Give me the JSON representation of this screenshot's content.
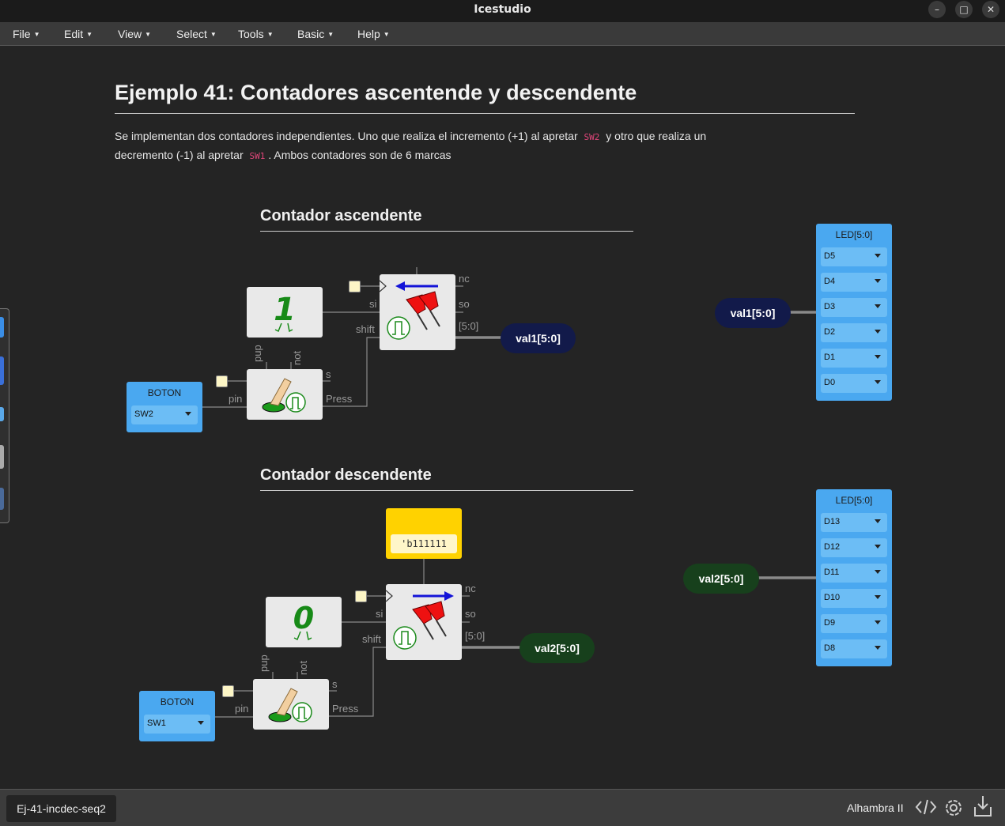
{
  "window": {
    "title": "Icestudio",
    "controls": [
      "minimize",
      "maximize",
      "close"
    ]
  },
  "menu": [
    {
      "label": "File"
    },
    {
      "label": "Edit"
    },
    {
      "label": "View"
    },
    {
      "label": "Select"
    },
    {
      "label": "Tools"
    },
    {
      "label": "Basic"
    },
    {
      "label": "Help"
    }
  ],
  "doc": {
    "title": "Ejemplo 41: Contadores ascentende y descendente",
    "desc_1": "Se implementan dos contadores independientes. Uno que realiza el incremento (+1) al apretar",
    "code_sw2": "SW2",
    "desc_2": "y otro que realiza un",
    "desc_3": "decremento (-1) al apretar",
    "code_sw1": "SW1",
    "desc_4": ". Ambos contadores son de 6 marcas"
  },
  "up": {
    "heading": "Contador ascendente",
    "const_digit": "1",
    "boton": {
      "name": "BOTON",
      "value": "SW2"
    },
    "ports": {
      "pin": "pin",
      "pup": "pup",
      "not": "not",
      "s": "s",
      "press": "Press",
      "si": "si",
      "shift": "shift",
      "nc": "nc",
      "so": "so",
      "bus": "[5:0]"
    },
    "out_label": "val1[5:0]",
    "in_label": "val1[5:0]",
    "led": {
      "name": "LED[5:0]",
      "pins": [
        "D5",
        "D4",
        "D3",
        "D2",
        "D1",
        "D0"
      ]
    }
  },
  "down": {
    "heading": "Contador descendente",
    "const_digit": "0",
    "const_value": "'b111111",
    "boton": {
      "name": "BOTON",
      "value": "SW1"
    },
    "ports": {
      "pin": "pin",
      "pup": "pup",
      "not": "not",
      "s": "s",
      "press": "Press",
      "si": "si",
      "shift": "shift",
      "nc": "nc",
      "so": "so",
      "bus": "[5:0]"
    },
    "out_label": "val2[5:0]",
    "in_label": "val2[5:0]",
    "led": {
      "name": "LED[5:0]",
      "pins": [
        "D13",
        "D12",
        "D11",
        "D10",
        "D9",
        "D8"
      ]
    }
  },
  "footer": {
    "file_tab": "Ej-41-incdec-seq2",
    "board": "Alhambra II",
    "icons": [
      "code-icon",
      "settings-icon",
      "download-icon"
    ]
  },
  "colors": {
    "accent_blue": "#4aa8f0",
    "const_yellow": "#ffd200",
    "label_navy": "#121a4a",
    "label_green": "#17401c"
  }
}
